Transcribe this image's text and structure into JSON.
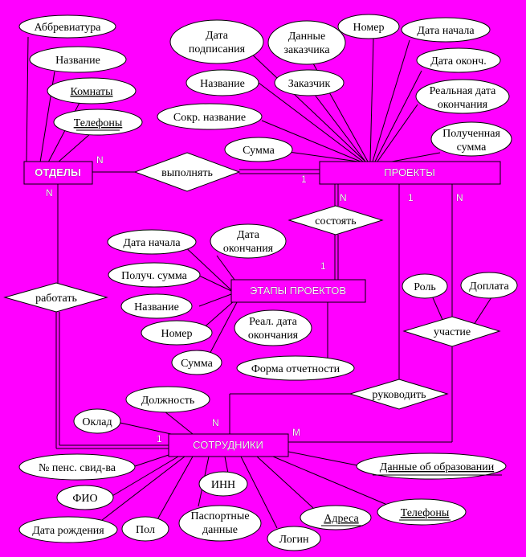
{
  "entities": {
    "otdely": "ОТДЕЛЫ",
    "proekty": "ПРОЕКТЫ",
    "etapy": "ЭТАПЫ ПРОЕКТОВ",
    "sotrudniki": "СОТРУДНИКИ"
  },
  "relationships": {
    "vypolnyat": "выполнять",
    "sostoyat": "состоять",
    "rabotat": "работать",
    "uchastie": "участие",
    "rukovodit": "руководить"
  },
  "attributes": {
    "abbr": "Аббревиатура",
    "dept_name": "Название",
    "rooms": "Комнаты",
    "dept_phones": "Телефоны",
    "sign_date_1": "Дата",
    "sign_date_2": "подписания",
    "client_data_1": "Данные",
    "client_data_2": "заказчика",
    "number": "Номер",
    "start_date": "Дата начала",
    "end_date": "Дата оконч.",
    "real_end_1": "Реальная дата",
    "real_end_2": "окончания",
    "proj_name": "Название",
    "client": "Заказчик",
    "short_name": "Сокр. название",
    "amount": "Сумма",
    "received_1": "Полученная",
    "received_2": "сумма",
    "st_start": "Дата начала",
    "st_end_1": "Дата",
    "st_end_2": "окончания",
    "st_received": "Получ. сумма",
    "st_name": "Название",
    "st_number": "Номер",
    "st_amount": "Сумма",
    "st_real_1": "Реал. дата",
    "st_real_2": "окончания",
    "st_report": "Форма отчетности",
    "role": "Роль",
    "bonus": "Доплата",
    "position": "Должность",
    "salary": "Оклад",
    "pension": "№ пенс. свид-ва",
    "education": "Данные об образовании",
    "fio": "ФИО",
    "inn": "ИНН",
    "birth": "Дата рождения",
    "sex": "Пол",
    "passport_1": "Паспортные",
    "passport_2": "данные",
    "login": "Логин",
    "addresses": "Адреса",
    "emp_phones": "Телефоны"
  },
  "cardinalities": {
    "otd_vyp": "N",
    "pr_vyp": "1",
    "otd_rab": "N",
    "pr_sost": "N",
    "et_sost": "1",
    "pr_ruk": "1",
    "pr_uch": "N",
    "sot_rab": "1",
    "sot_ruk": "N",
    "sot_uch": "M"
  }
}
